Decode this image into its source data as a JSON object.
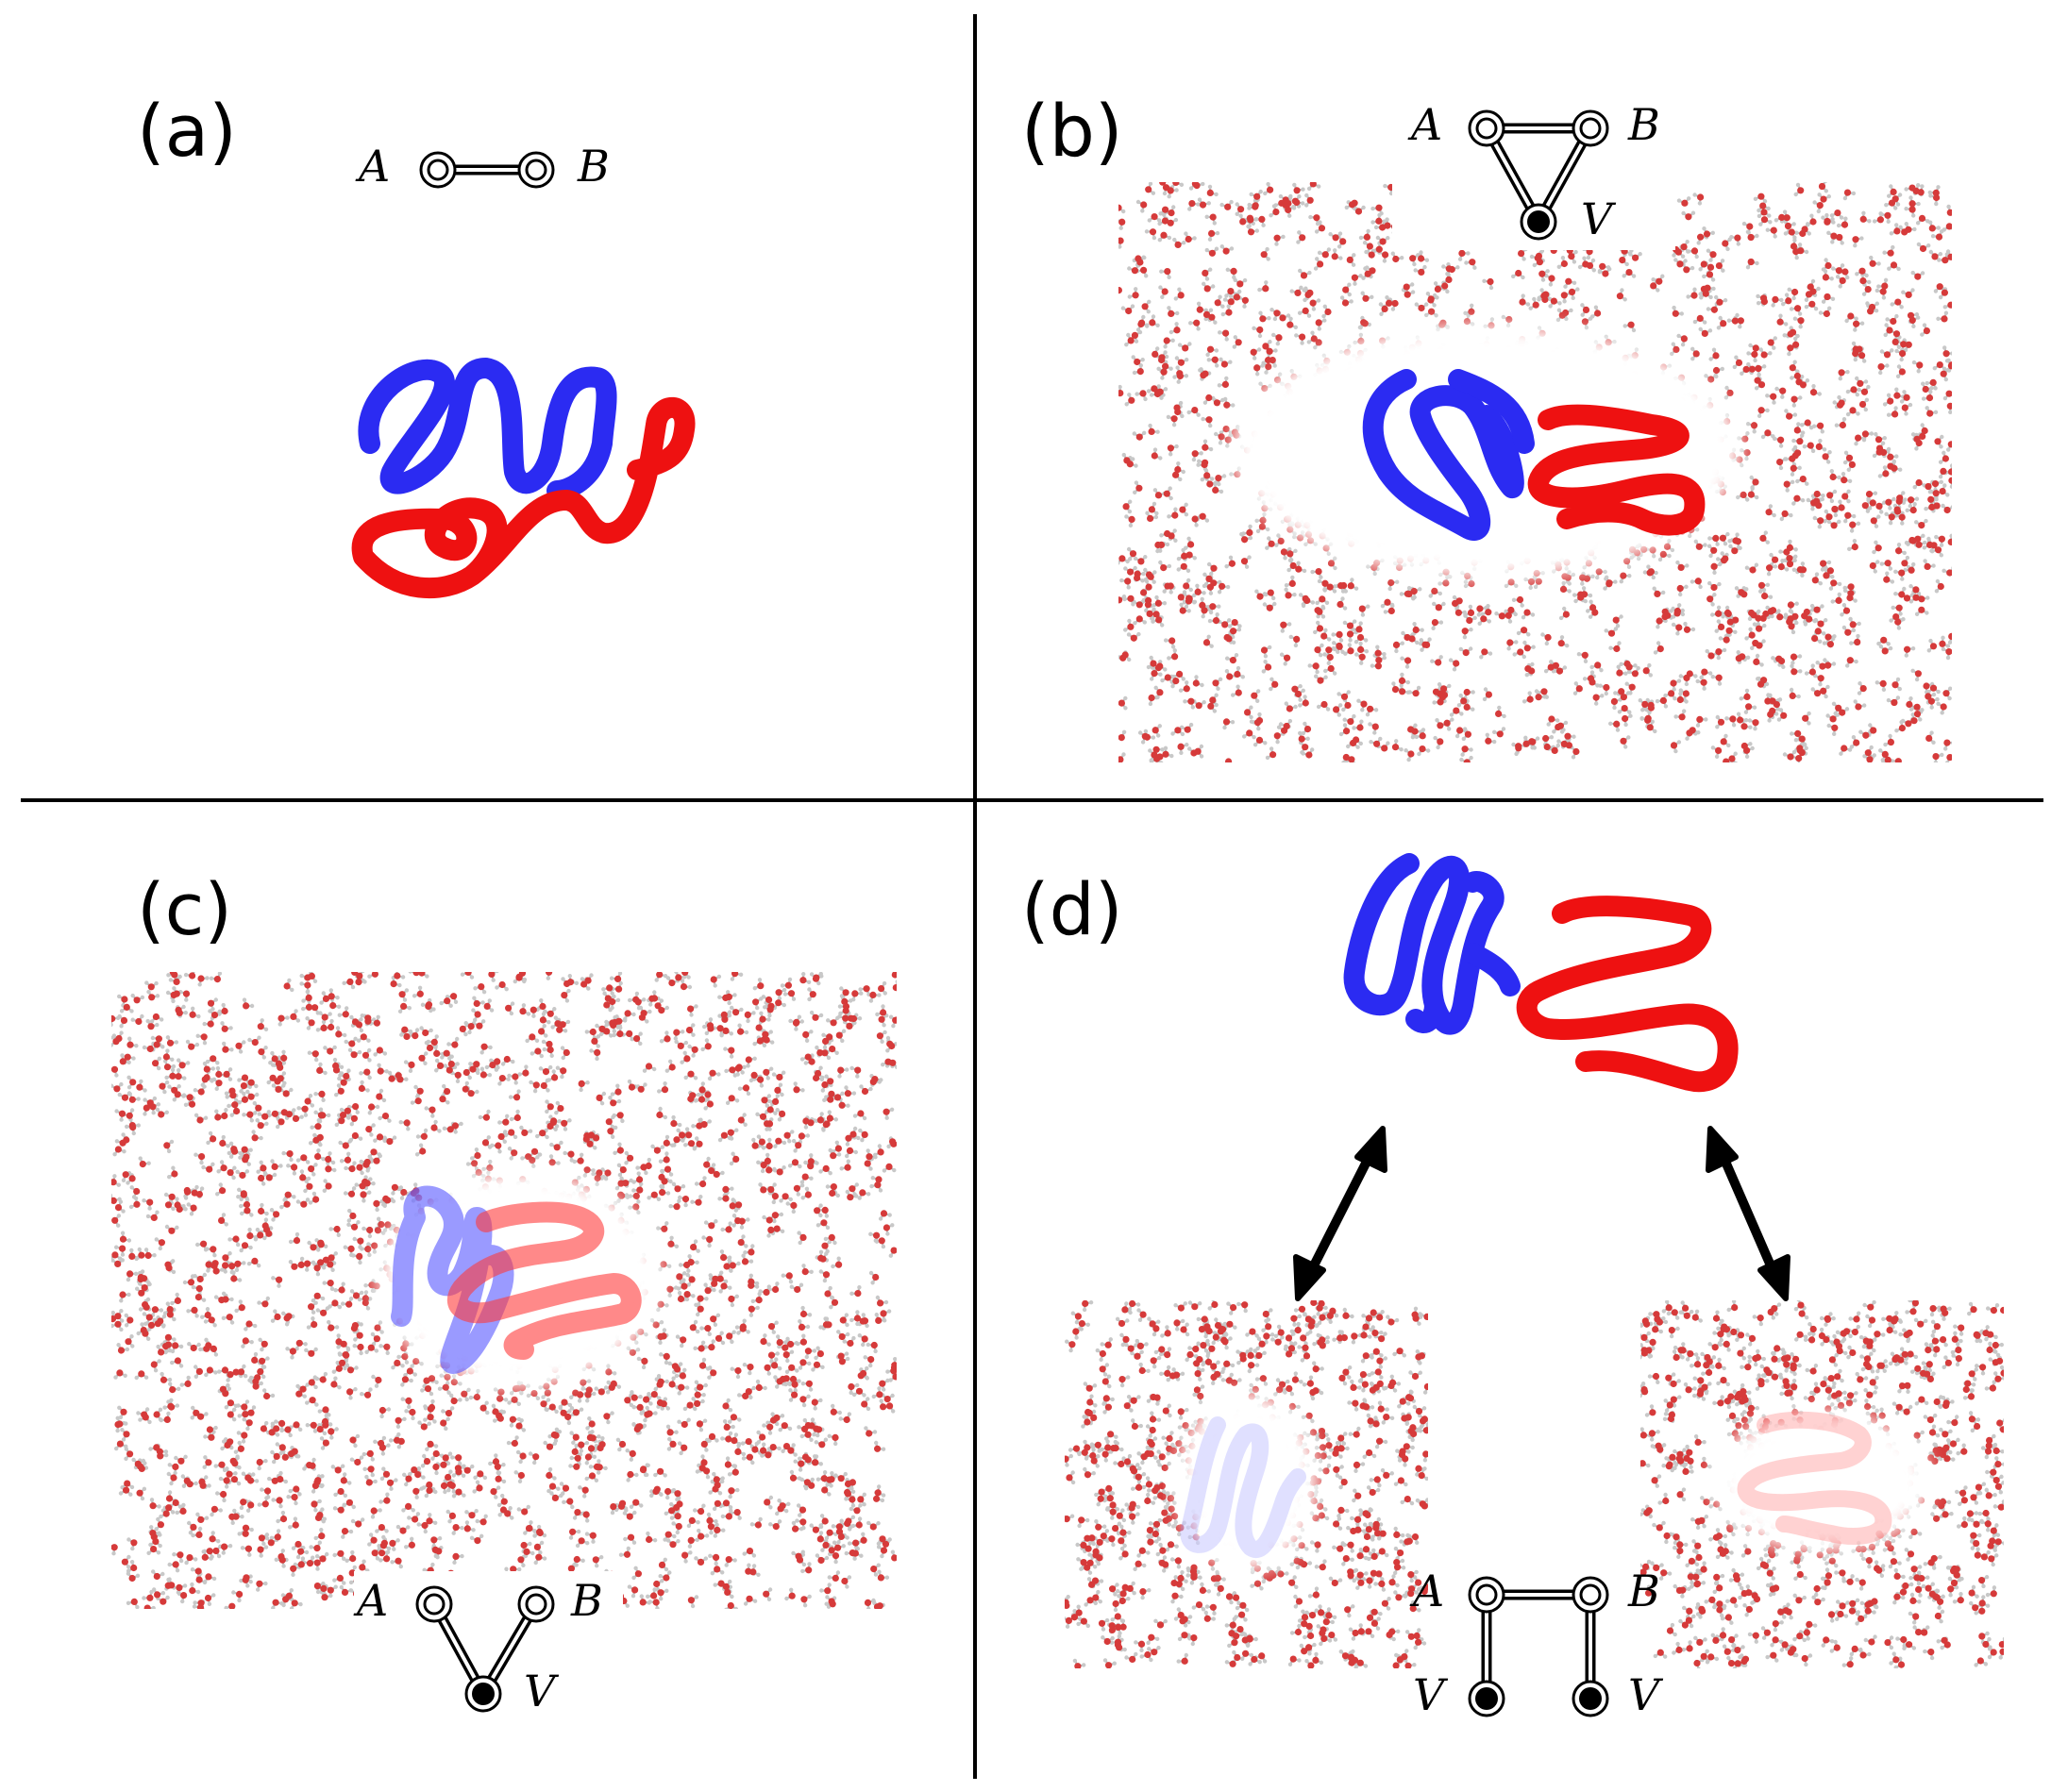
{
  "panels": [
    {
      "label": "(a)",
      "graph": {
        "nodes": [
          "A",
          "B"
        ],
        "edges": [
          [
            "A",
            "B"
          ]
        ]
      },
      "solvent": false,
      "chains": [
        "blue",
        "red"
      ]
    },
    {
      "label": "(b)",
      "graph": {
        "nodes": [
          "A",
          "B",
          "V"
        ],
        "edges": [
          [
            "A",
            "B"
          ],
          [
            "A",
            "V"
          ],
          [
            "B",
            "V"
          ]
        ]
      },
      "solvent": true,
      "chains": [
        "blue",
        "red"
      ]
    },
    {
      "label": "(c)",
      "graph": {
        "nodes": [
          "A",
          "B",
          "V"
        ],
        "edges": [
          [
            "A",
            "V"
          ],
          [
            "B",
            "V"
          ]
        ]
      },
      "solvent": true,
      "chains": [
        "blue-transparent",
        "red-transparent"
      ]
    },
    {
      "label": "(d)",
      "graph": {
        "nodes": [
          "A",
          "B",
          "V",
          "V"
        ],
        "edges": [
          [
            "A",
            "B"
          ],
          [
            "A",
            "V"
          ],
          [
            "B",
            "V"
          ]
        ]
      },
      "solvent": true,
      "chains": [
        "blue",
        "red",
        "blue-faint",
        "red-faint"
      ],
      "arrows": [
        "double-arrow-left",
        "double-arrow-right"
      ]
    }
  ],
  "colors": {
    "chain_a": "#2b2bf2",
    "chain_b": "#ee1111",
    "oxygen": "#d63a3a",
    "hydrogen": "#c8c8c8",
    "divider": "#000000"
  }
}
